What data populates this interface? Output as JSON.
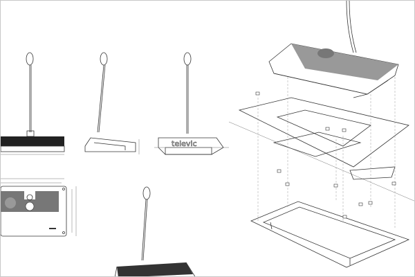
{
  "drawing": {
    "logo_text": "televic",
    "views": [
      "front-view",
      "side-view",
      "back-view",
      "top-view",
      "perspective-view",
      "exploded-flush-mount-view"
    ]
  }
}
